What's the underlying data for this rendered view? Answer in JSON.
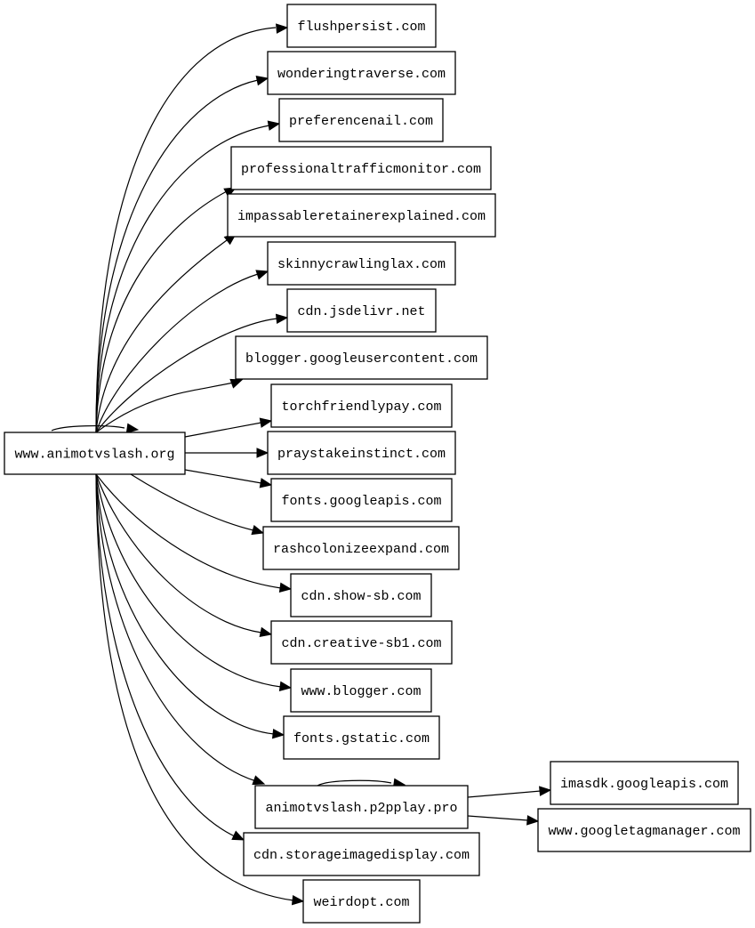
{
  "graph": {
    "colors": {
      "stroke": "#000000",
      "fill": "#ffffff",
      "text": "#000000"
    },
    "nodes": [
      {
        "id": "root",
        "label": "www.animotvslash.org"
      },
      {
        "id": "n1",
        "label": "flushpersist.com"
      },
      {
        "id": "n2",
        "label": "wonderingtraverse.com"
      },
      {
        "id": "n3",
        "label": "preferencenail.com"
      },
      {
        "id": "n4",
        "label": "professionaltrafficmonitor.com"
      },
      {
        "id": "n5",
        "label": "impassableretainerexplained.com"
      },
      {
        "id": "n6",
        "label": "skinnycrawlinglax.com"
      },
      {
        "id": "n7",
        "label": "cdn.jsdelivr.net"
      },
      {
        "id": "n8",
        "label": "blogger.googleusercontent.com"
      },
      {
        "id": "n9",
        "label": "torchfriendlypay.com"
      },
      {
        "id": "n10",
        "label": "praystakeinstinct.com"
      },
      {
        "id": "n11",
        "label": "fonts.googleapis.com"
      },
      {
        "id": "n12",
        "label": "rashcolonizeexpand.com"
      },
      {
        "id": "n13",
        "label": "cdn.show-sb.com"
      },
      {
        "id": "n14",
        "label": "cdn.creative-sb1.com"
      },
      {
        "id": "n15",
        "label": "www.blogger.com"
      },
      {
        "id": "n16",
        "label": "fonts.gstatic.com"
      },
      {
        "id": "n17",
        "label": "animotvslash.p2pplay.pro"
      },
      {
        "id": "n18",
        "label": "cdn.storageimagedisplay.com"
      },
      {
        "id": "n19",
        "label": "weirdopt.com"
      },
      {
        "id": "n20",
        "label": "imasdk.googleapis.com"
      },
      {
        "id": "n21",
        "label": "www.googletagmanager.com"
      }
    ],
    "edges": [
      {
        "from": "root",
        "to": "root"
      },
      {
        "from": "root",
        "to": "n1"
      },
      {
        "from": "root",
        "to": "n2"
      },
      {
        "from": "root",
        "to": "n3"
      },
      {
        "from": "root",
        "to": "n4"
      },
      {
        "from": "root",
        "to": "n5"
      },
      {
        "from": "root",
        "to": "n6"
      },
      {
        "from": "root",
        "to": "n7"
      },
      {
        "from": "root",
        "to": "n8"
      },
      {
        "from": "root",
        "to": "n9"
      },
      {
        "from": "root",
        "to": "n10"
      },
      {
        "from": "root",
        "to": "n11"
      },
      {
        "from": "root",
        "to": "n12"
      },
      {
        "from": "root",
        "to": "n13"
      },
      {
        "from": "root",
        "to": "n14"
      },
      {
        "from": "root",
        "to": "n15"
      },
      {
        "from": "root",
        "to": "n16"
      },
      {
        "from": "root",
        "to": "n17"
      },
      {
        "from": "root",
        "to": "n18"
      },
      {
        "from": "root",
        "to": "n19"
      },
      {
        "from": "n17",
        "to": "n17"
      },
      {
        "from": "n17",
        "to": "n20"
      },
      {
        "from": "n17",
        "to": "n21"
      }
    ]
  }
}
